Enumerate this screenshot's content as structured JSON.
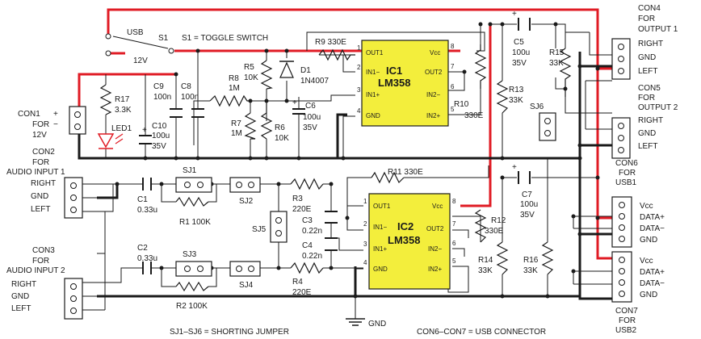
{
  "labels": {
    "usb": "USB",
    "s1": "S1",
    "v12": "12V",
    "s1_note": "S1 = TOGGLE SWITCH",
    "r9": "R9 330E",
    "c5_name": "C5",
    "c5_val": "100u",
    "c5_v": "35V",
    "r15": "R15",
    "r15_val": "33K",
    "con4_1": "CON4",
    "con4_2": "FOR",
    "con4_3": "OUTPUT 1",
    "con5_1": "CON5",
    "con5_2": "FOR",
    "con5_3": "OUTPUT 2",
    "right": "RIGHT",
    "gnd": "GND",
    "left": "LEFT",
    "r5": "R5",
    "r5_val": "10K",
    "d1": "D1",
    "d1_val": "1N4007",
    "r8": "R8",
    "r8_val": "1M",
    "r7": "R7",
    "r7_val": "1M",
    "r6": "R6",
    "r6_val": "10K",
    "c6": "C6",
    "c6_val": "100u",
    "c6_v": "35V",
    "c9": "C9",
    "c9_val": "100n",
    "c8": "C8",
    "c8_val": "100n",
    "c10": "C10",
    "c10_val": "100u",
    "c10_v": "35V",
    "r17": "R17",
    "r17_val": "3.3K",
    "led1": "LED1",
    "con1_1": "CON1",
    "con1_2": "FOR",
    "con1_3": "12V",
    "plus": "+",
    "minus": "−",
    "con2_1": "CON2",
    "con2_2": "FOR",
    "con2_3": "AUDIO INPUT 1",
    "con3_1": "CON3",
    "con3_2": "FOR",
    "con3_3": "AUDIO INPUT 2",
    "sj1": "SJ1",
    "sj2": "SJ2",
    "sj3": "SJ3",
    "sj4": "SJ4",
    "sj5": "SJ5",
    "sj6": "SJ6",
    "c1": "C1",
    "c1_val": "0.33u",
    "c2": "C2",
    "c2_val": "0.33u",
    "r1": "R1 100K",
    "r2": "R2 100K",
    "r3": "R3",
    "r3_val": "220E",
    "r4": "R4",
    "r4_val": "220E",
    "c3": "C3",
    "c3_val": "0.22n",
    "c4": "C4",
    "c4_val": "0.22n",
    "r10": "R10",
    "r10_val": "330E",
    "r13": "R13",
    "r13_val": "33K",
    "r11": "R11 330E",
    "r12": "R12",
    "r12_val": "330E",
    "r14": "R14",
    "r14_val": "33K",
    "r16": "R16",
    "r16_val": "33K",
    "c7": "C7",
    "c7_val": "100u",
    "c7_v": "35V",
    "con6_1": "CON6",
    "con6_2": "FOR",
    "con6_3": "USB1",
    "con7_1": "CON7",
    "con7_2": "FOR",
    "con7_3": "USB2",
    "vcc": "Vcc",
    "datap": "DATA+",
    "datam": "DATA−",
    "gnd_sym": "GND",
    "sj_note": "SJ1–SJ6 = SHORTING JUMPER",
    "con_note": "CON6–CON7 = USB CONNECTOR"
  },
  "ic1": {
    "name": "IC1",
    "part": "LM358",
    "pins": {
      "out1": "OUT1",
      "in1m": "IN1−",
      "in1p": "IN1+",
      "gnd": "GND",
      "vcc": "Vcc",
      "out2": "OUT2",
      "in2m": "IN2−",
      "in2p": "IN2+"
    },
    "nums": {
      "p1": "1",
      "p2": "2",
      "p3": "3",
      "p4": "4",
      "p5": "5",
      "p6": "6",
      "p7": "7",
      "p8": "8"
    }
  },
  "ic2": {
    "name": "IC2",
    "part": "LM358",
    "pins": {
      "out1": "OUT1",
      "in1m": "IN1−",
      "in1p": "IN1+",
      "gnd": "GND",
      "vcc": "Vcc",
      "out2": "OUT2",
      "in2m": "IN2−",
      "in2p": "IN2+"
    },
    "nums": {
      "p1": "1",
      "p2": "2",
      "p3": "3",
      "p4": "4",
      "p5": "5",
      "p6": "6",
      "p7": "7",
      "p8": "8"
    }
  },
  "colors": {
    "wire": "#1a1a1a",
    "power": "#e01b24",
    "ic_fill": "#f3ee3c",
    "led": "#e01b24"
  }
}
